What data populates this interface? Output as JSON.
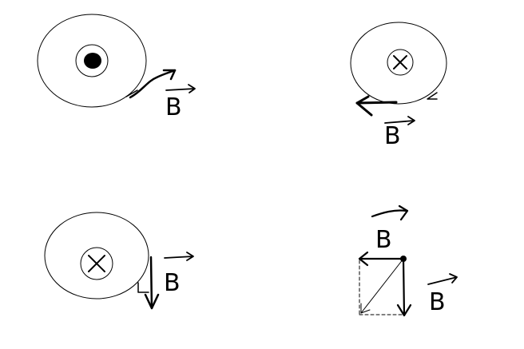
{
  "panels": {
    "top_left": {
      "label": "B"
    },
    "top_right": {
      "label": "B"
    },
    "bottom_left": {
      "label": "B"
    },
    "bottom_right": {
      "label_top": "B",
      "label_right": "B"
    }
  },
  "colors": {
    "ink": "#000000",
    "background": "#ffffff"
  }
}
